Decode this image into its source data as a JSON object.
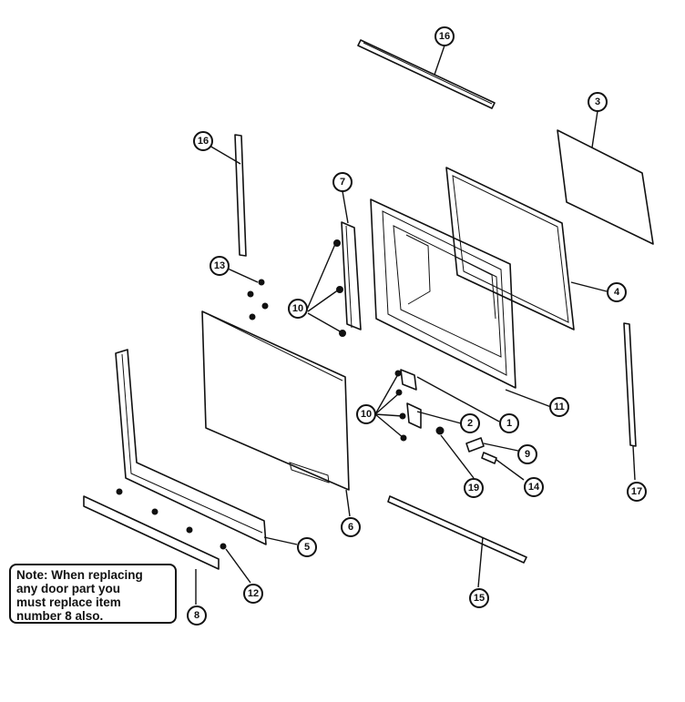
{
  "diagram": {
    "callouts": {
      "part_1": "1",
      "part_2": "2",
      "part_3": "3",
      "part_4": "4",
      "part_5": "5",
      "part_6": "6",
      "part_7": "7",
      "part_8": "8",
      "part_9": "9",
      "part_10_left": "10",
      "part_10_right": "10",
      "part_11": "11",
      "part_12": "12",
      "part_13": "13",
      "part_14": "14",
      "part_15": "15",
      "part_16_top": "16",
      "part_16_left": "16",
      "part_17": "17",
      "part_19": "19"
    },
    "note": {
      "lines": [
        "Note:  When replacing",
        "any door part you",
        "must replace item",
        "number 8 also."
      ]
    }
  }
}
